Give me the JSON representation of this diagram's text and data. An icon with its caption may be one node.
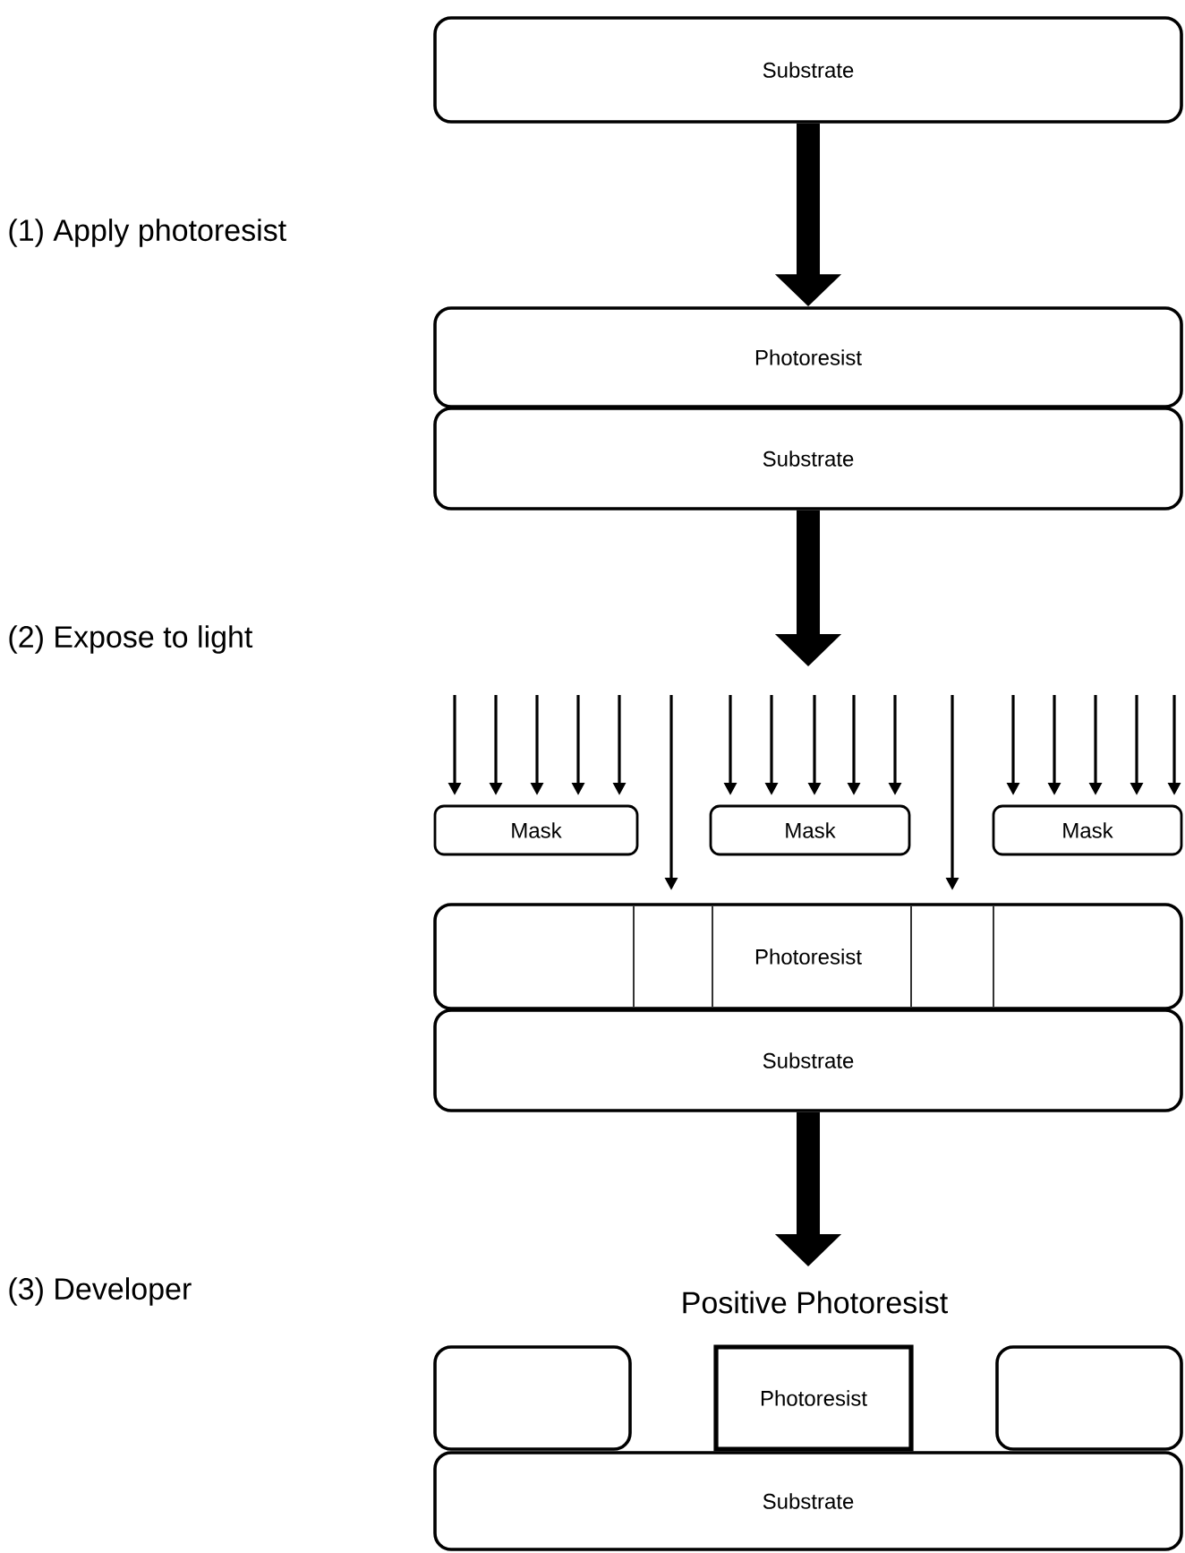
{
  "diagram": {
    "nodes": [
      {
        "text": [
          "Substrate"
        ]
      },
      {
        "text": [
          "Photoresist"
        ]
      },
      {
        "text": [
          "Substrate"
        ]
      },
      {
        "text": [
          "Mask"
        ]
      },
      {
        "text": [
          "Mask"
        ]
      },
      {
        "text": [
          "Mask"
        ]
      },
      {
        "text": [
          "Photoresist"
        ]
      },
      {
        "text": [
          "Substrate"
        ]
      },
      {
        "text": [],
        "shape": "box"
      },
      {
        "text": [
          "Photoresist"
        ]
      },
      {
        "text": [],
        "shape": "box"
      },
      {
        "text": [
          "Substrate"
        ]
      }
    ],
    "edges": [
      {
        "from": 0,
        "to": 1,
        "arrow": "to"
      },
      {
        "from": 2,
        "to": null,
        "arrow": "to"
      },
      {
        "from": 7,
        "to": null,
        "arrow": "to"
      }
    ],
    "labels": [
      "(1) Apply photoresist",
      "(2) Expose to light",
      "(3) Developer",
      "Positive Photoresist"
    ]
  }
}
